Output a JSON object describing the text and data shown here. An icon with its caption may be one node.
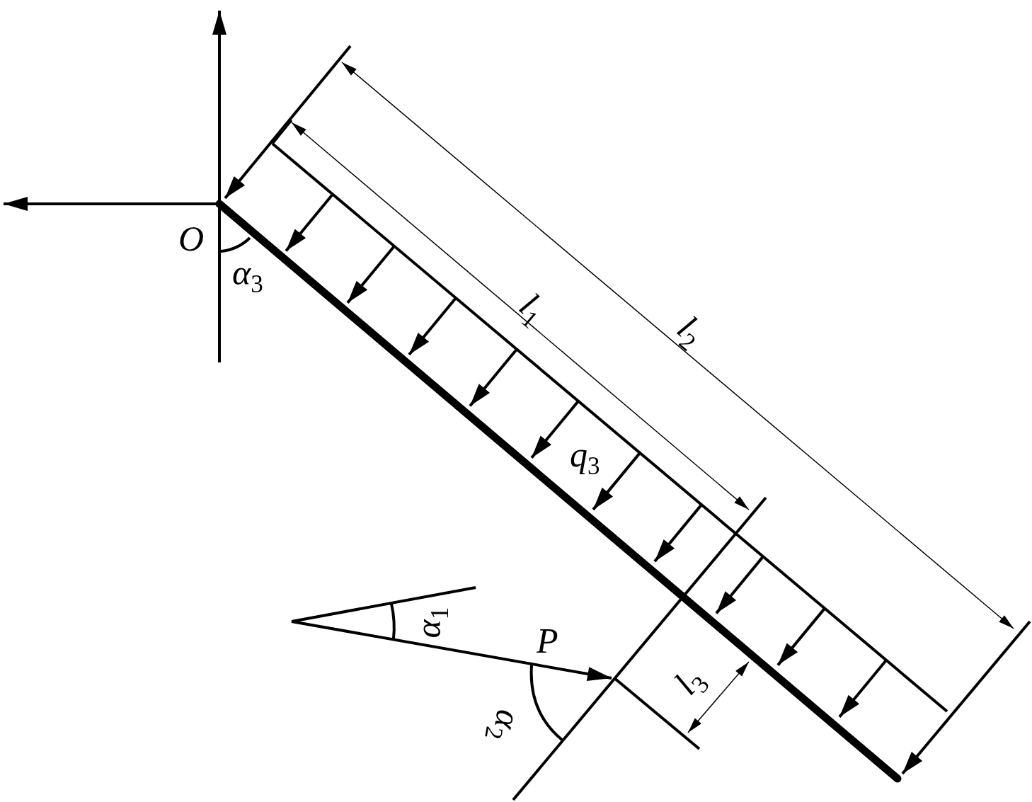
{
  "diagram": {
    "labels": [
      "O",
      "α$_{3}$",
      "l$_{1}$",
      "l$_{2}$",
      "q$_{3}$",
      "α$_{1}$",
      "P",
      "l$_{3}$",
      "α$_{2}$"
    ]
  }
}
